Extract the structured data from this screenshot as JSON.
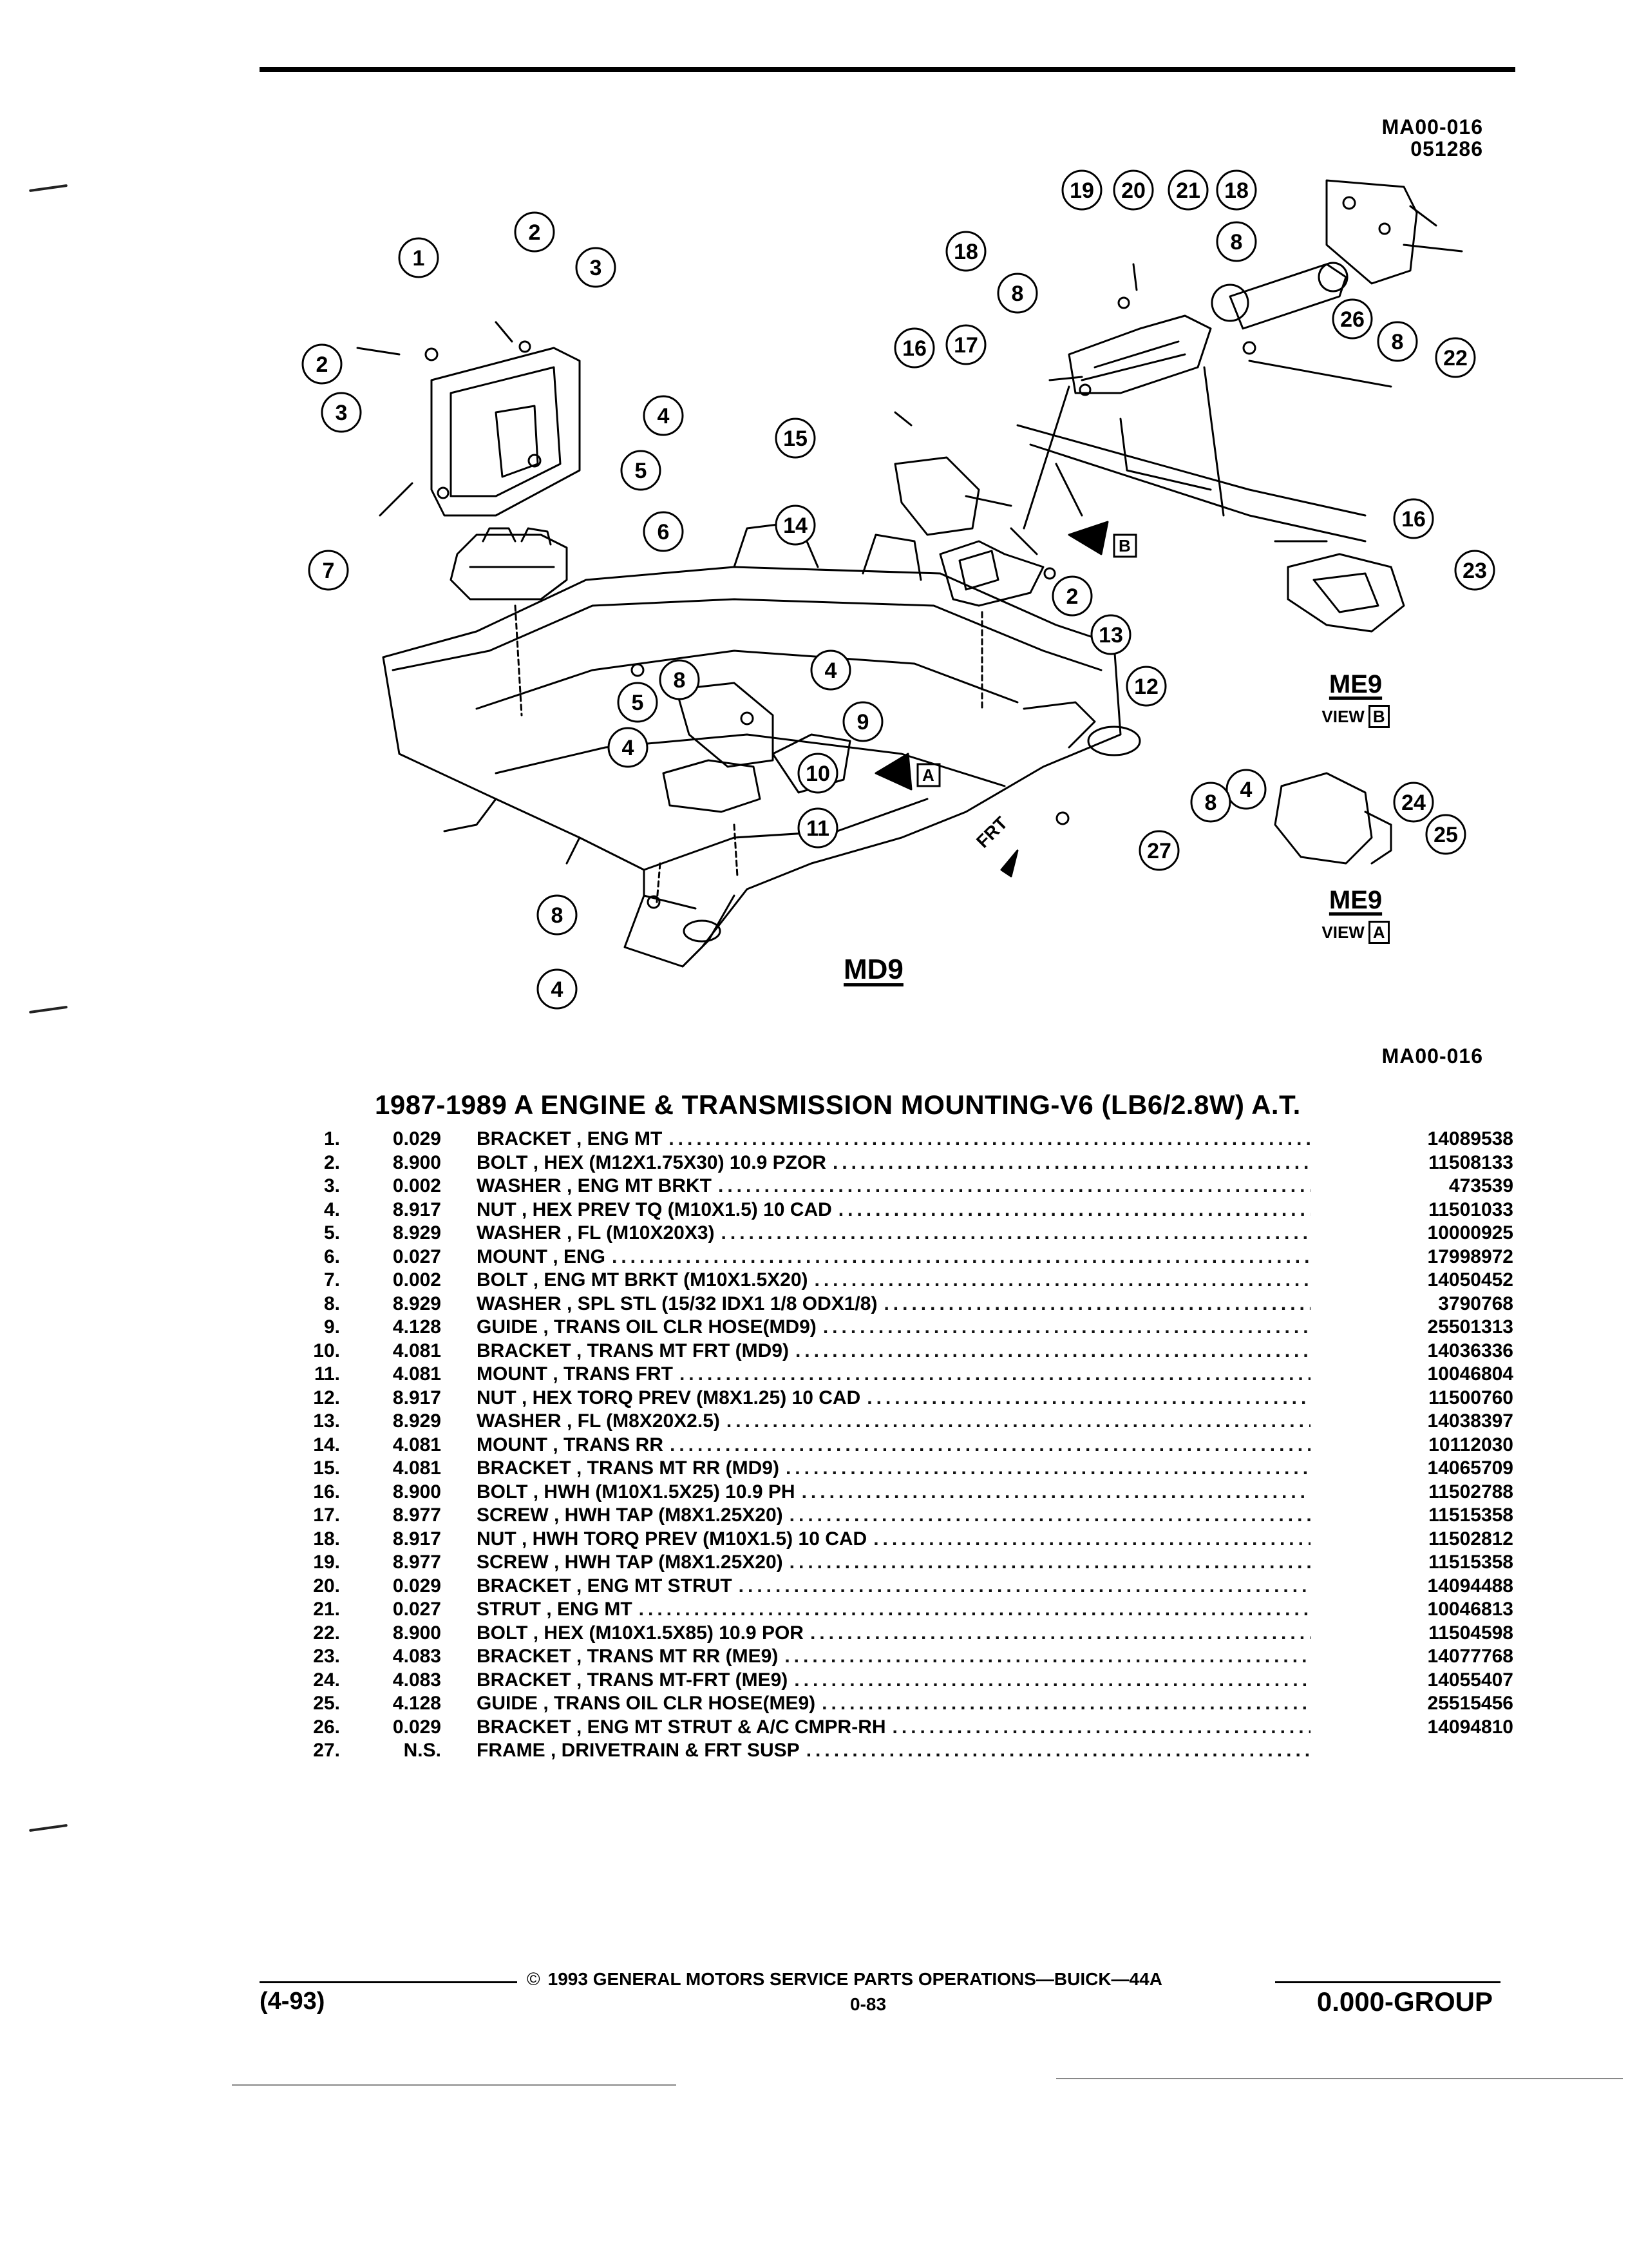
{
  "header": {
    "ref_code_top": "MA00-016",
    "ref_date_code": "051286"
  },
  "diagram": {
    "callouts": [
      "1",
      "2",
      "3",
      "2",
      "3",
      "4",
      "5",
      "6",
      "7",
      "19",
      "20",
      "21",
      "18",
      "18",
      "8",
      "8",
      "17",
      "26",
      "8",
      "22",
      "16",
      "15",
      "14",
      "2",
      "16",
      "23",
      "13",
      "12",
      "8",
      "4",
      "5",
      "4",
      "9",
      "10",
      "11",
      "8",
      "4",
      "4",
      "8",
      "24",
      "25",
      "27"
    ],
    "md9_label": "MD9",
    "frt_label": "FRT",
    "view_b": {
      "code": "ME9",
      "prefix": "VIEW",
      "letter": "B"
    },
    "view_a": {
      "code": "ME9",
      "prefix": "VIEW",
      "letter": "A"
    },
    "arrow_a_letter": "A",
    "arrow_b_letter": "B"
  },
  "ref_code_bottom": "MA00-016",
  "title": "1987-1989 A ENGINE & TRANSMISSION MOUNTING-V6 (LB6/2.8W) A.T.",
  "parts": [
    {
      "no": "1.",
      "group": "0.029",
      "desc": "BRACKET , ENG MT",
      "pn": "14089538"
    },
    {
      "no": "2.",
      "group": "8.900",
      "desc": "BOLT , HEX (M12X1.75X30) 10.9 PZOR",
      "pn": "11508133"
    },
    {
      "no": "3.",
      "group": "0.002",
      "desc": "WASHER , ENG MT BRKT",
      "pn": "473539"
    },
    {
      "no": "4.",
      "group": "8.917",
      "desc": "NUT , HEX PREV TQ (M10X1.5) 10 CAD",
      "pn": "11501033"
    },
    {
      "no": "5.",
      "group": "8.929",
      "desc": "WASHER , FL (M10X20X3)",
      "pn": "10000925"
    },
    {
      "no": "6.",
      "group": "0.027",
      "desc": "MOUNT , ENG",
      "pn": "17998972"
    },
    {
      "no": "7.",
      "group": "0.002",
      "desc": "BOLT , ENG MT BRKT (M10X1.5X20)",
      "pn": "14050452"
    },
    {
      "no": "8.",
      "group": "8.929",
      "desc": "WASHER , SPL STL (15/32 IDX1 1/8 ODX1/8)",
      "pn": "3790768"
    },
    {
      "no": "9.",
      "group": "4.128",
      "desc": "GUIDE , TRANS OIL CLR HOSE(MD9)",
      "pn": "25501313"
    },
    {
      "no": "10.",
      "group": "4.081",
      "desc": "BRACKET , TRANS MT FRT (MD9)",
      "pn": "14036336"
    },
    {
      "no": "11.",
      "group": "4.081",
      "desc": "MOUNT , TRANS FRT",
      "pn": "10046804"
    },
    {
      "no": "12.",
      "group": "8.917",
      "desc": "NUT , HEX TORQ PREV (M8X1.25) 10 CAD",
      "pn": "11500760"
    },
    {
      "no": "13.",
      "group": "8.929",
      "desc": "WASHER , FL (M8X20X2.5)",
      "pn": "14038397"
    },
    {
      "no": "14.",
      "group": "4.081",
      "desc": "MOUNT , TRANS RR",
      "pn": "10112030"
    },
    {
      "no": "15.",
      "group": "4.081",
      "desc": "BRACKET , TRANS MT RR (MD9)",
      "pn": "14065709"
    },
    {
      "no": "16.",
      "group": "8.900",
      "desc": "BOLT , HWH (M10X1.5X25) 10.9 PH",
      "pn": "11502788"
    },
    {
      "no": "17.",
      "group": "8.977",
      "desc": "SCREW , HWH TAP (M8X1.25X20)",
      "pn": "11515358"
    },
    {
      "no": "18.",
      "group": "8.917",
      "desc": "NUT , HWH TORQ PREV (M10X1.5) 10 CAD",
      "pn": "11502812"
    },
    {
      "no": "19.",
      "group": "8.977",
      "desc": "SCREW , HWH TAP (M8X1.25X20)",
      "pn": "11515358"
    },
    {
      "no": "20.",
      "group": "0.029",
      "desc": "BRACKET , ENG MT STRUT",
      "pn": "14094488"
    },
    {
      "no": "21.",
      "group": "0.027",
      "desc": "STRUT , ENG MT",
      "pn": "10046813"
    },
    {
      "no": "22.",
      "group": "8.900",
      "desc": "BOLT , HEX (M10X1.5X85) 10.9 POR",
      "pn": "11504598"
    },
    {
      "no": "23.",
      "group": "4.083",
      "desc": "BRACKET , TRANS MT RR (ME9)",
      "pn": "14077768"
    },
    {
      "no": "24.",
      "group": "4.083",
      "desc": "BRACKET , TRANS MT-FRT (ME9)",
      "pn": "14055407"
    },
    {
      "no": "25.",
      "group": "4.128",
      "desc": "GUIDE , TRANS OIL CLR HOSE(ME9)",
      "pn": "25515456"
    },
    {
      "no": "26.",
      "group": "0.029",
      "desc": "BRACKET , ENG MT STRUT & A/C CMPR-RH",
      "pn": "14094810"
    },
    {
      "no": "27.",
      "group": "N.S.",
      "desc": "FRAME , DRIVETRAIN & FRT SUSP",
      "pn": ""
    }
  ],
  "footer": {
    "copyright_symbol": "©",
    "copyright": "1993 GENERAL MOTORS SERVICE PARTS OPERATIONS—BUICK—44A",
    "date": "(4-93)",
    "page": "0-83",
    "group": "0.000-GROUP"
  }
}
